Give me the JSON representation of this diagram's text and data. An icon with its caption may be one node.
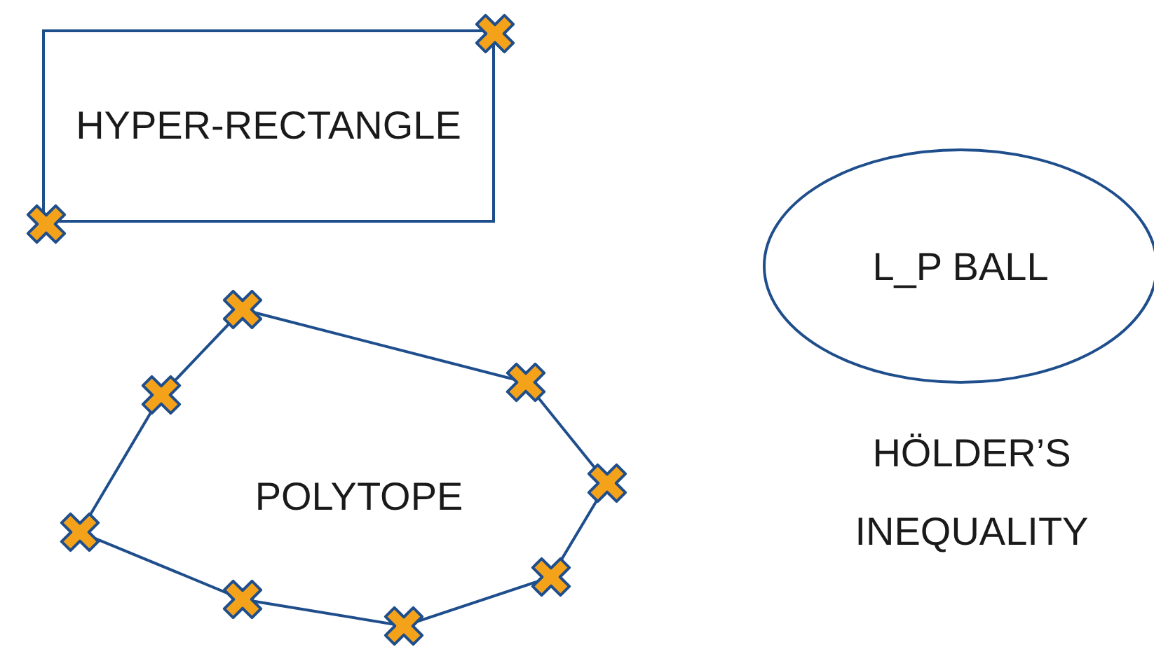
{
  "diagram": {
    "nodes": [
      {
        "text": [
          "HYPER-RECTANGLE"
        ]
      },
      {
        "text": [
          "L_P BALL"
        ],
        "beside": [
          "HÖLDER’S INEQUALITY"
        ]
      },
      {
        "text": [
          "POLYTOPE"
        ]
      }
    ]
  }
}
